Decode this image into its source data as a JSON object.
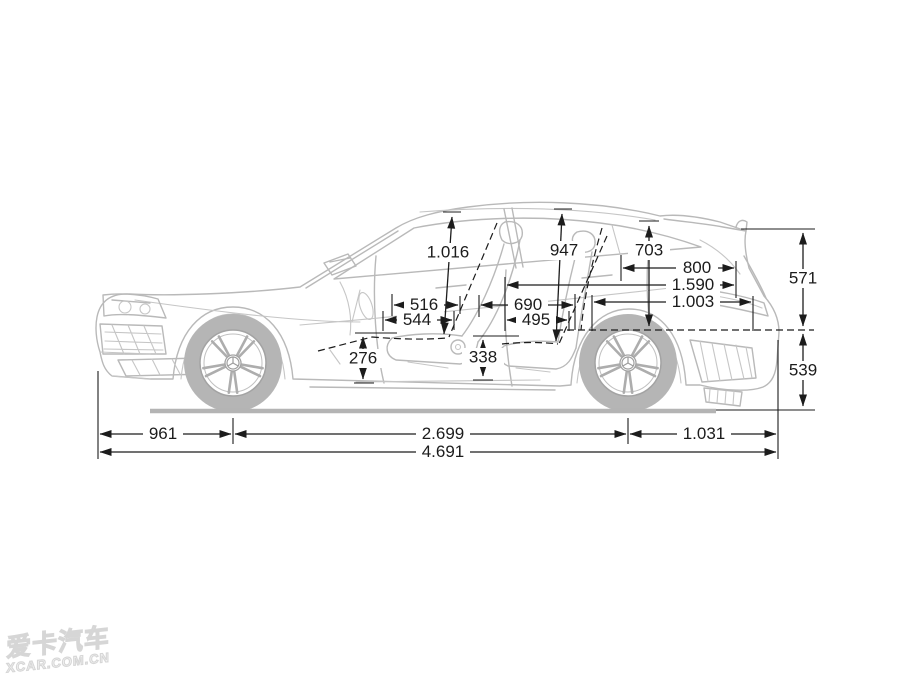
{
  "diagram": {
    "description": "Side-view technical dimension drawing of a compact estate car (shooting brake) with interior, cargo and exterior length dimensions",
    "units": "mm",
    "colors": {
      "dimension_lines": "#1c1c1c",
      "car_outline": "#b9b9b9",
      "ground_line": "#b4b4b4",
      "watermark": "#d6d6d6",
      "background": "#ffffff"
    },
    "dims": {
      "front_headroom": "1.016",
      "rear_headroom": "947",
      "parcel_height": "703",
      "front_seat_height": "276",
      "rear_seat_height": "338",
      "front_seat_upper": "516",
      "front_seat_lower": "544",
      "rear_seat_upper": "690",
      "rear_seat_lower": "495",
      "load_upper": "800",
      "load_mid": "1.590",
      "load_lower": "1.003",
      "tail_upper": "571",
      "tail_lower": "539",
      "front_overhang": "961",
      "wheelbase": "2.699",
      "rear_overhang": "1.031",
      "overall_length": "4.691"
    },
    "watermark": {
      "brand": "爱卡汽车",
      "site": "XCAR.COM.CN"
    }
  }
}
